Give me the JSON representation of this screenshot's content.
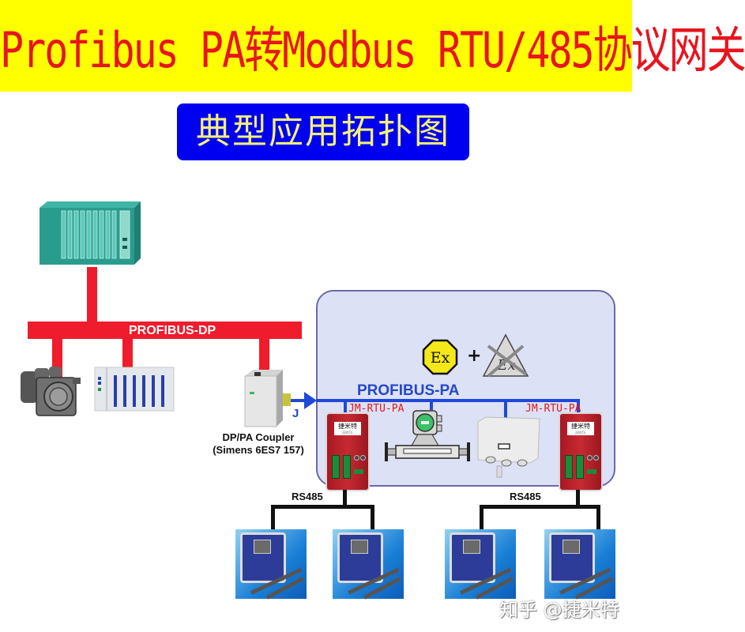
{
  "header": {
    "title": "Profibus PA转Modbus RTU/485协议网关",
    "subtitle": "典型应用拓扑图",
    "title_color": "#e8141e",
    "title_bg": "#ffff00",
    "subtitle_bg": "#0000f0",
    "subtitle_color": "#f4f07a"
  },
  "diagram": {
    "dp_bus": {
      "label": "PROFIBUS-DP",
      "color": "#ee1c2c"
    },
    "pa_bus": {
      "label": "PROFIBUS-PA",
      "color": "#1f48d8"
    },
    "coupler": {
      "line1": "DP/PA Coupler",
      "line2": "(Simens 6ES7 157)",
      "marker": "J"
    },
    "hazard": {
      "ex_symbol": "Ex",
      "plus": "+",
      "ex_crossed": "Ex"
    },
    "gateways": [
      {
        "label": "JM-RTU-PA",
        "badge": "捷米特",
        "badge_sub": "JEMITE"
      },
      {
        "label": "JM-RTU-PA",
        "badge": "捷米特",
        "badge_sub": "JEMITE"
      }
    ],
    "rs485": [
      {
        "label": "RS485"
      },
      {
        "label": "RS485"
      }
    ],
    "devices": {
      "plc_rack": "plc-rack",
      "valve_actuator": "valve-actuator",
      "remote_io": "remote-io",
      "flowmeter": "coriolis-flowmeter",
      "junction_box": "field-junction-box",
      "sensors_count": 4
    }
  },
  "watermark": {
    "text": "知乎 @捷米特"
  }
}
